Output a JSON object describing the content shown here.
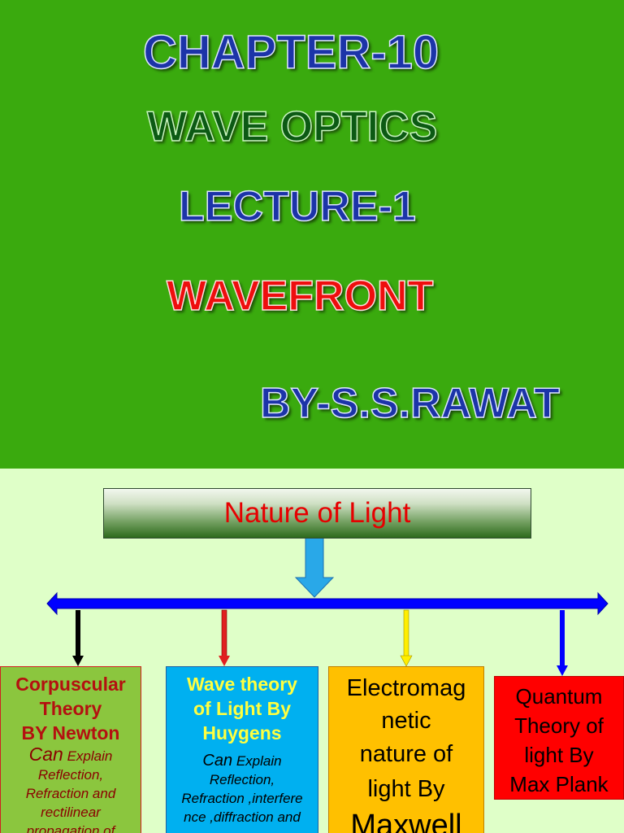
{
  "title_slide": {
    "chapter": "CHAPTER-10",
    "subject": "WAVE OPTICS",
    "lecture": "LECTURE-1",
    "topic": "WAVEFRONT",
    "author": "BY-S.S.RAWAT"
  },
  "diagram_slide": {
    "title": "Nature of Light",
    "corpuscular": {
      "heading_lines": [
        "Corpuscular",
        "Theory",
        "BY Newton"
      ],
      "desc_can": "Can",
      "desc_rest": " Explain",
      "desc_lines": [
        "Reflection,",
        "Refraction and",
        "rectilinear",
        "propagation of"
      ]
    },
    "wave": {
      "heading_lines": [
        "Wave theory",
        "of Light By",
        "Huygens"
      ],
      "desc_can": "Can",
      "desc_rest": " Explain",
      "desc_lines": [
        "Reflection,",
        "Refraction ,interfere",
        "nce ,diffraction and"
      ]
    },
    "electromagnetic": {
      "lines": [
        "Electromag",
        "netic",
        "nature of",
        "light By"
      ],
      "last_line": "Maxwell"
    },
    "quantum": {
      "lines": [
        "Quantum",
        "Theory of",
        "light By",
        "Max Plank"
      ]
    }
  },
  "colors": {
    "title_bg": "#3aaa0e",
    "diagram_bg": "#dfffc8",
    "timeline": "#0000ff",
    "down_arrow": "#29a8e8",
    "tick_black": "#000000",
    "tick_red": "#e02020",
    "tick_yellow": "#ffee00",
    "tick_blue": "#0000ff"
  }
}
